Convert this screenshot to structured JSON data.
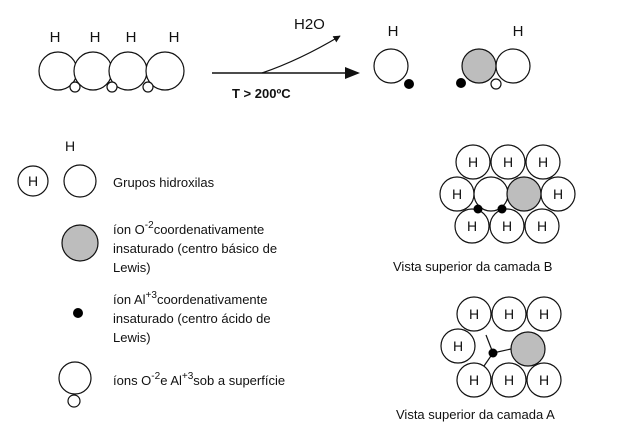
{
  "colors": {
    "stroke": "#111111",
    "gray_ion": "#bdbdbd",
    "background": "#ffffff"
  },
  "reaction": {
    "hydrogen_symbol": "H",
    "product_label": "H2O",
    "condition": "T > 200ºC"
  },
  "legend": {
    "hydrogen_symbol": "H",
    "hydroxyl_label": "Grupos hidroxilas",
    "oxygen_ion": {
      "prefix": "íon O",
      "charge": "-2",
      "line1_rest": "coordenativamente",
      "line2": "insaturado (centro básico de",
      "line3": "Lewis)"
    },
    "aluminum_ion": {
      "prefix": "íon Al",
      "charge": "+3",
      "line1_rest": "coordenativamente",
      "line2": "insaturado (centro ácido de",
      "line3": "Lewis)"
    },
    "subsurface": {
      "part1": "íons O",
      "charge1": "-2",
      "part2": "e Al",
      "charge2": "+3",
      "part3": "sob a superfície"
    }
  },
  "top_views": {
    "hydrogen_symbol": "H",
    "layer_b_caption": "Vista superior da camada B",
    "layer_a_caption": "Vista superior da camada A"
  }
}
